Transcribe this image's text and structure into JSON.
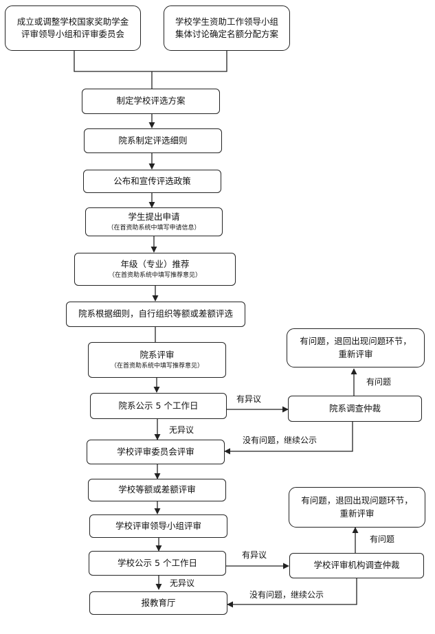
{
  "nodes": {
    "committee_setup": [
      "成立或调整学校国家奖助学金",
      "评审领导小组和评审委员会"
    ],
    "quota_plan": [
      "学校学生资助工作领导小组",
      "集体讨论确定名额分配方案"
    ],
    "school_plan": "制定学校评选方案",
    "dept_rules": "院系制定评选细则",
    "publicize": "公布和宣传评选政策",
    "student_apply": {
      "main": "学生提出申请",
      "note": "（在首资助系统中填写申请信息）"
    },
    "grade_recommend": {
      "main": "年级（专业）推荐",
      "note": "（在首资助系统中填写推荐意见）"
    },
    "dept_evaluate": "院系根据细则，自行组织等额或差额评选",
    "dept_review": {
      "main": "院系评审",
      "note": "（在首资助系统中填写推荐意见）"
    },
    "dept_notice": "院系公示 5 个工作日",
    "dept_investigate": "院系调查仲裁",
    "dept_return": [
      "有问题，退回出现问题环节，",
      "重新评审"
    ],
    "school_committee": "学校评审委员会评审",
    "school_evaluate": "学校等额或差额评审",
    "school_leader": "学校评审领导小组评审",
    "school_notice": "学校公示 5 个工作日",
    "school_investigate": "学校评审机构调查仲裁",
    "school_return": [
      "有问题，退回出现问题环节，",
      "重新评审"
    ],
    "report": "报教育厅"
  },
  "edge_labels": {
    "dept_objection": "有异议",
    "dept_problem": "有问题",
    "dept_no_problem": "没有问题，继续公示",
    "dept_no_objection": "无异议",
    "school_objection": "有异议",
    "school_problem": "有问题",
    "school_no_problem": "没有问题，继续公示",
    "school_no_objection": "无异议"
  }
}
